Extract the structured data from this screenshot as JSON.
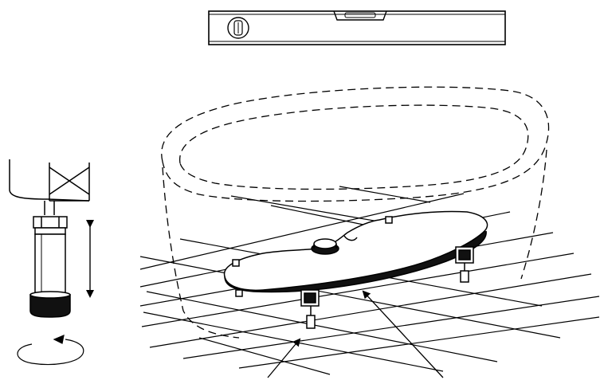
{
  "colors": {
    "line": "#000000",
    "background": "#ffffff",
    "fill_dark": "#111111",
    "fill_light": "#ffffff"
  },
  "icons": {
    "spirit_level": "spirit-level-icon",
    "adjustable_foot": "adjustable-foot-icon",
    "height_arrow": "double-arrow-icon",
    "rotate_arrow": "rotate-arrow-icon"
  },
  "parts": [
    "spirit-level",
    "bathtub-outline",
    "floor-grid",
    "support-frame",
    "drain-waste",
    "adjustable-foot-detail"
  ]
}
